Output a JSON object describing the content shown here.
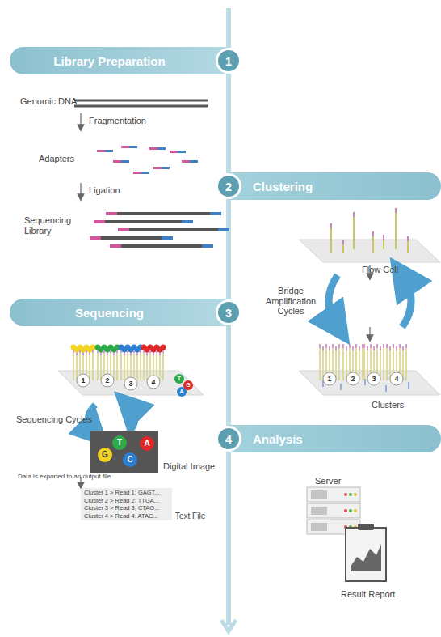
{
  "diagram": {
    "nodes": [
      {
        "text": [
          "Library Preparation"
        ]
      },
      {
        "text": [
          "1"
        ]
      },
      {
        "text": [
          "2"
        ]
      },
      {
        "text": [
          "Clustering"
        ]
      },
      {
        "text": [
          "Sequencing"
        ]
      },
      {
        "text": [
          "3"
        ]
      },
      {
        "text": [
          "4"
        ]
      },
      {
        "text": [
          "Analysis"
        ]
      }
    ],
    "edges": [],
    "labels": [
      "Genomic DNA",
      "Fragmentation",
      "Adapters",
      "Ligation",
      "Sequencing Library",
      "Flow Cell",
      "Bridge Amplification Cycles",
      "1",
      "2",
      "3",
      "4",
      "Clusters",
      "1",
      "2",
      "3",
      "4",
      "T",
      "G",
      "A",
      "Sequencing Cycles",
      "G",
      "T",
      "C",
      "A",
      "Digital Image",
      "Data is exported to an output file",
      "Cluster 1 > Read 1: GAGT...",
      "Cluster 2 > Read 2: TTGA...",
      "Cluster 3 > Read 3: CTAG...",
      "Cluster 4 > Read 4: ATAC...",
      "Text File",
      "Server",
      "Result Report"
    ]
  }
}
